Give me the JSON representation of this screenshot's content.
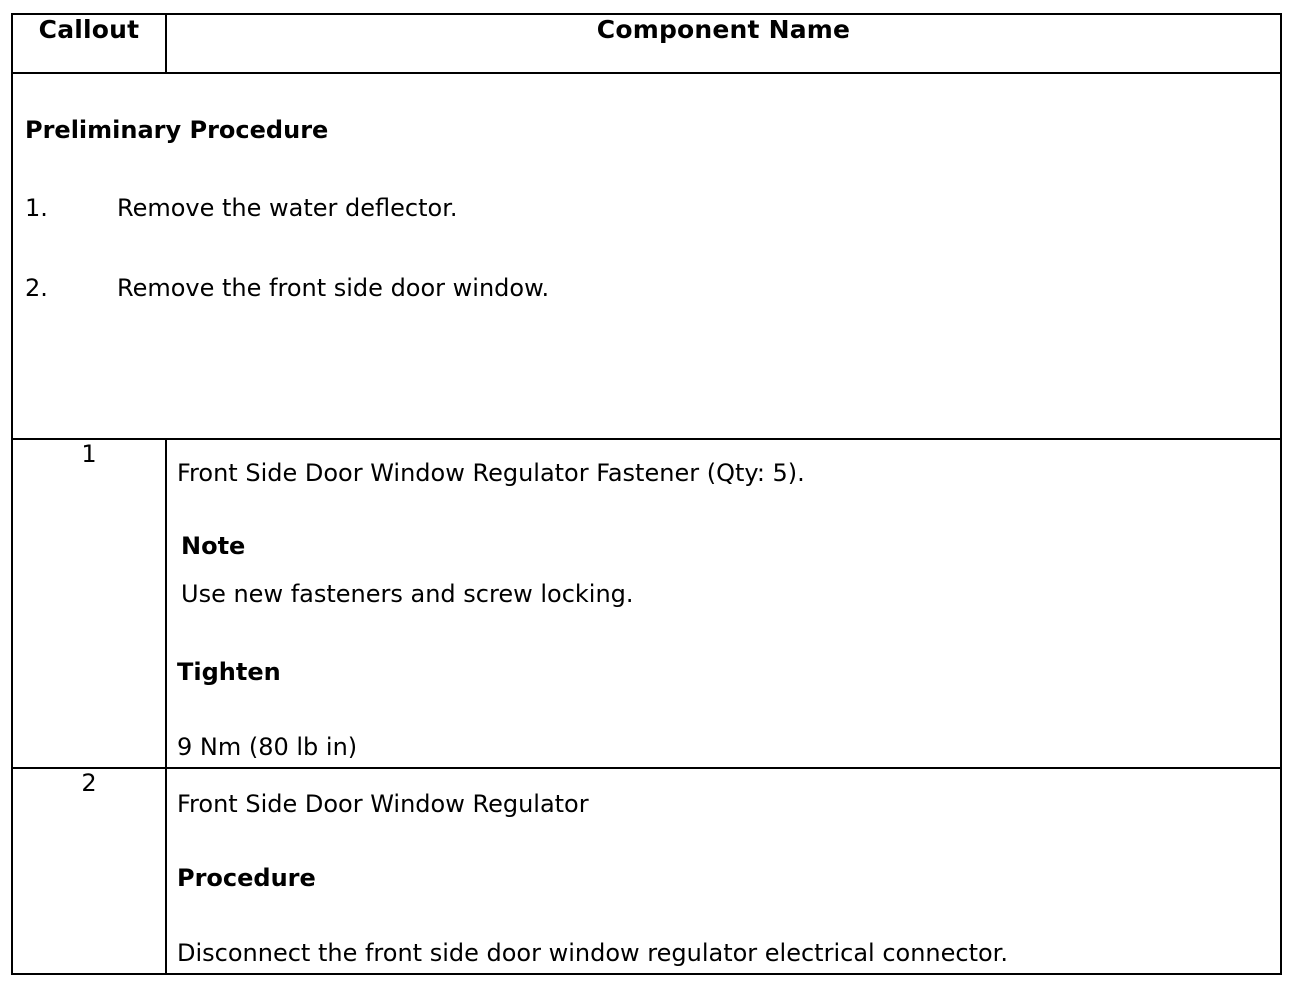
{
  "table": {
    "headers": {
      "callout": "Callout",
      "component_name": "Component Name"
    },
    "preliminary": {
      "title": "Preliminary Procedure",
      "steps": [
        {
          "num": "1.",
          "text": "Remove the water deflector."
        },
        {
          "num": "2.",
          "text": "Remove the front side door window."
        }
      ]
    },
    "rows": [
      {
        "callout": "1",
        "lines": [
          {
            "text": "Front Side Door Window Regulator Fastener (Qty: 5).",
            "bold": false
          },
          {
            "text": "Note",
            "bold": true
          },
          {
            "text": "Use new fasteners and screw locking.",
            "bold": false
          },
          {
            "text": "Tighten",
            "bold": true
          },
          {
            "text": "9 Nm (80 lb in)",
            "bold": false
          }
        ]
      },
      {
        "callout": "2",
        "lines": [
          {
            "text": "Front Side Door Window Regulator",
            "bold": false
          },
          {
            "text": "Procedure",
            "bold": true
          },
          {
            "text": "Disconnect the front side door window regulator electrical connector.",
            "bold": false
          }
        ]
      }
    ]
  },
  "colors": {
    "border": "#000000",
    "text": "#000000",
    "background": "#ffffff"
  }
}
